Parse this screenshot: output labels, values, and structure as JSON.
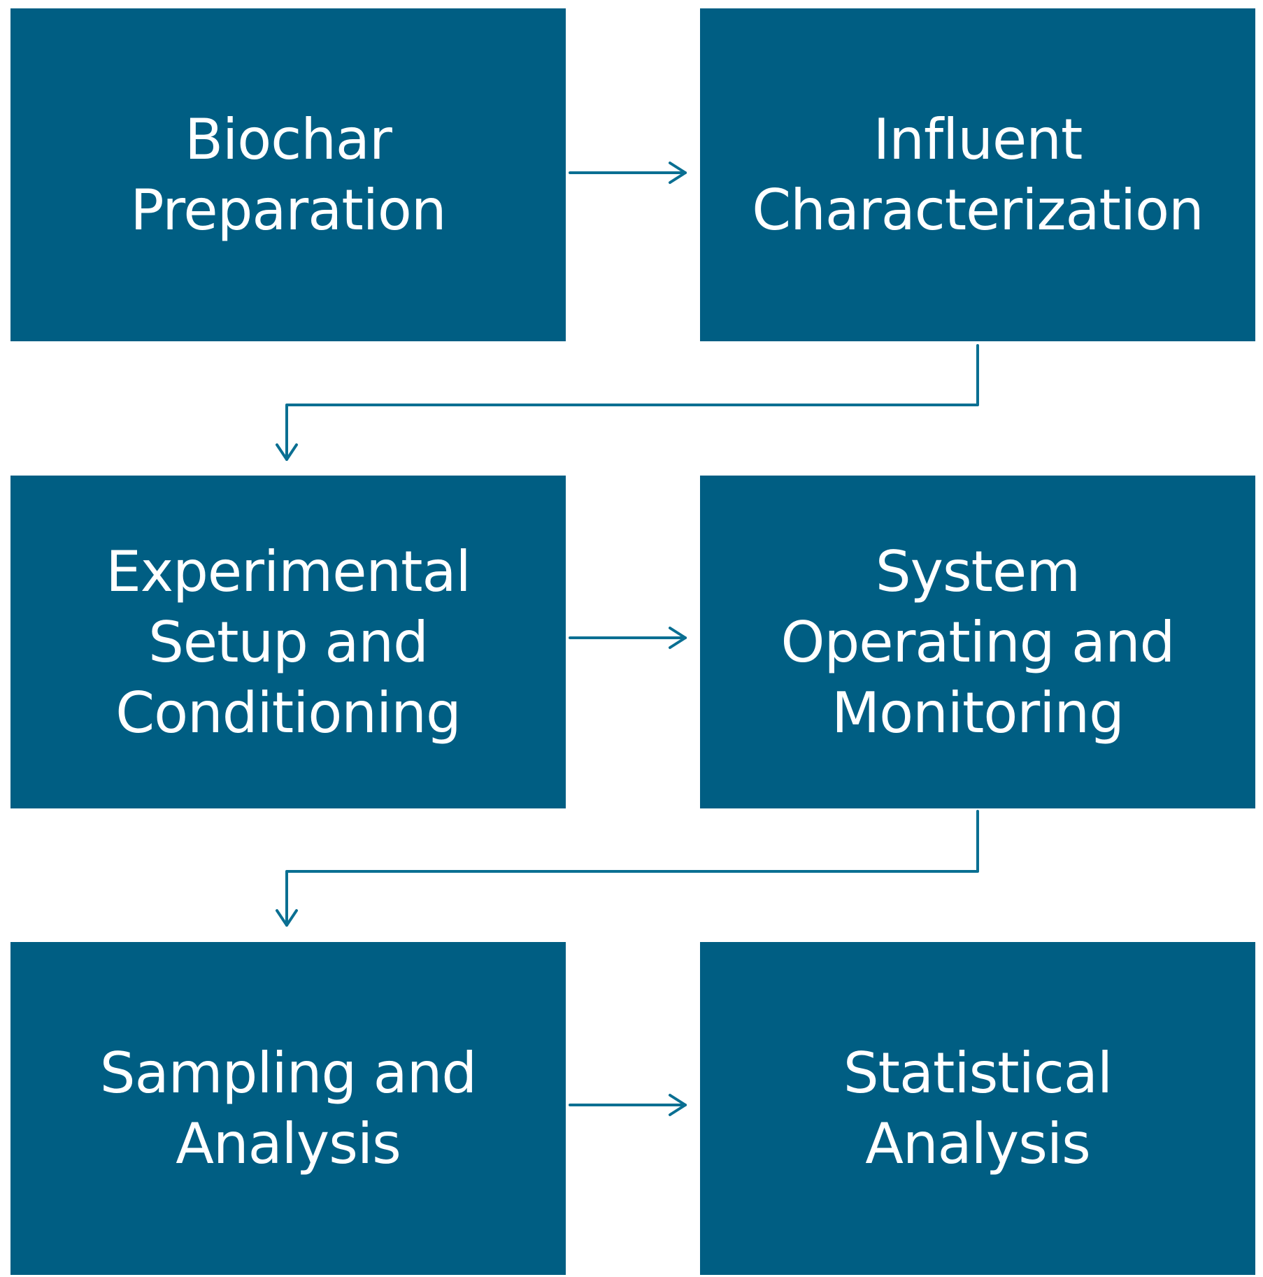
{
  "colors": {
    "box_fill": "#005e83",
    "box_text": "#ffffff",
    "connector": "#0a6f92",
    "background": "#ffffff"
  },
  "steps": [
    {
      "label": "Biochar\nPreparation"
    },
    {
      "label": "Influent\nCharacterization"
    },
    {
      "label": "Experimental\nSetup and\nConditioning"
    },
    {
      "label": "System\nOperating and\nMonitoring"
    },
    {
      "label": "Sampling and\nAnalysis"
    },
    {
      "label": "Statistical\nAnalysis"
    }
  ],
  "connectors": [
    {
      "from": 1,
      "to": 2,
      "icon": "arrow-right-icon"
    },
    {
      "from": 2,
      "to": 3,
      "icon": "elbow-arrow-down-icon"
    },
    {
      "from": 3,
      "to": 4,
      "icon": "arrow-right-icon"
    },
    {
      "from": 4,
      "to": 5,
      "icon": "elbow-arrow-down-icon"
    },
    {
      "from": 5,
      "to": 6,
      "icon": "arrow-right-icon"
    }
  ]
}
